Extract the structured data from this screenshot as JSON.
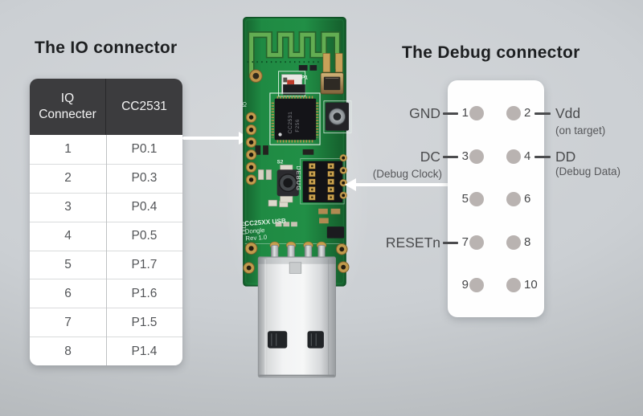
{
  "io_connector": {
    "title": "The IO connector",
    "table": {
      "header": {
        "col1_line1": "IQ",
        "col1_line2": "Connecter",
        "col2": "CC2531"
      },
      "rows": [
        {
          "pin": "1",
          "signal": "P0.1"
        },
        {
          "pin": "2",
          "signal": "P0.3"
        },
        {
          "pin": "3",
          "signal": "P0.4"
        },
        {
          "pin": "4",
          "signal": "P0.5"
        },
        {
          "pin": "5",
          "signal": "P1.7"
        },
        {
          "pin": "6",
          "signal": "P1.6"
        },
        {
          "pin": "7",
          "signal": "P1.5"
        },
        {
          "pin": "8",
          "signal": "P1.4"
        }
      ]
    }
  },
  "debug_connector": {
    "title": "The Debug connector",
    "rows": [
      {
        "left_num": "1",
        "right_num": "2",
        "left_label": "GND",
        "right_label": "Vdd",
        "right_sublabel": "(on target)"
      },
      {
        "left_num": "3",
        "right_num": "4",
        "left_label": "DC",
        "left_sublabel": "(Debug Clock)",
        "right_label": "DD",
        "right_sublabel": "(Debug Data)"
      },
      {
        "left_num": "5",
        "right_num": "6"
      },
      {
        "left_num": "7",
        "right_num": "8",
        "left_label": "RESETn"
      },
      {
        "left_num": "9",
        "right_num": "10"
      }
    ]
  },
  "board": {
    "silkscreen": {
      "io_port_label": "IO",
      "p1_label": "P1",
      "s2_label": "S2",
      "debug_label": "DEBUG",
      "led_label": "LED2",
      "title_line1": "CC25XX USB",
      "title_line2": "Dongle",
      "title_line3": "Rev 1.0"
    },
    "chip": {
      "marking_line1": "CC2531",
      "marking_line2": "F256"
    }
  },
  "colors": {
    "pcb_green": "#1f8040",
    "table_header_bg": "#3c3c3e",
    "debug_pin_fill": "#b9b3b1",
    "pointer_line": "#ffffff"
  }
}
